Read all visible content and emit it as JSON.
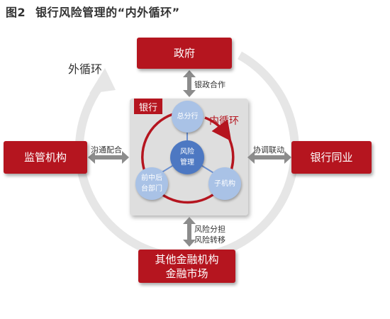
{
  "title": {
    "figure": "图2",
    "text": "银行风险管理的“内外循环”"
  },
  "outer_cycle_label": "外循环",
  "inner_cycle_label": "内循环",
  "bank_label": "银行",
  "boxes": {
    "government": "政府",
    "regulator": "监管机构",
    "peers": "银行同业",
    "markets_line1": "其他金融机构",
    "markets_line2": "金融市场"
  },
  "arrows": {
    "gov_bank": "银政合作",
    "reg_bank": "沟通配合",
    "peer_bank": "协调联动",
    "market_bank_line1": "风险分担",
    "market_bank_line2": "风险转移"
  },
  "nodes": {
    "head_office": "总分行",
    "center_line1": "风险",
    "center_line2": "管理",
    "front_line1": "前中后",
    "front_line2": "台部门",
    "subsidiary": "子机构"
  },
  "colors": {
    "accent_red": "#b5151f",
    "node_blue": "#a9c2e6",
    "center_blue": "#4d78c2",
    "bank_panel": "#dedede",
    "outer_ring": "#e6e6e6"
  }
}
